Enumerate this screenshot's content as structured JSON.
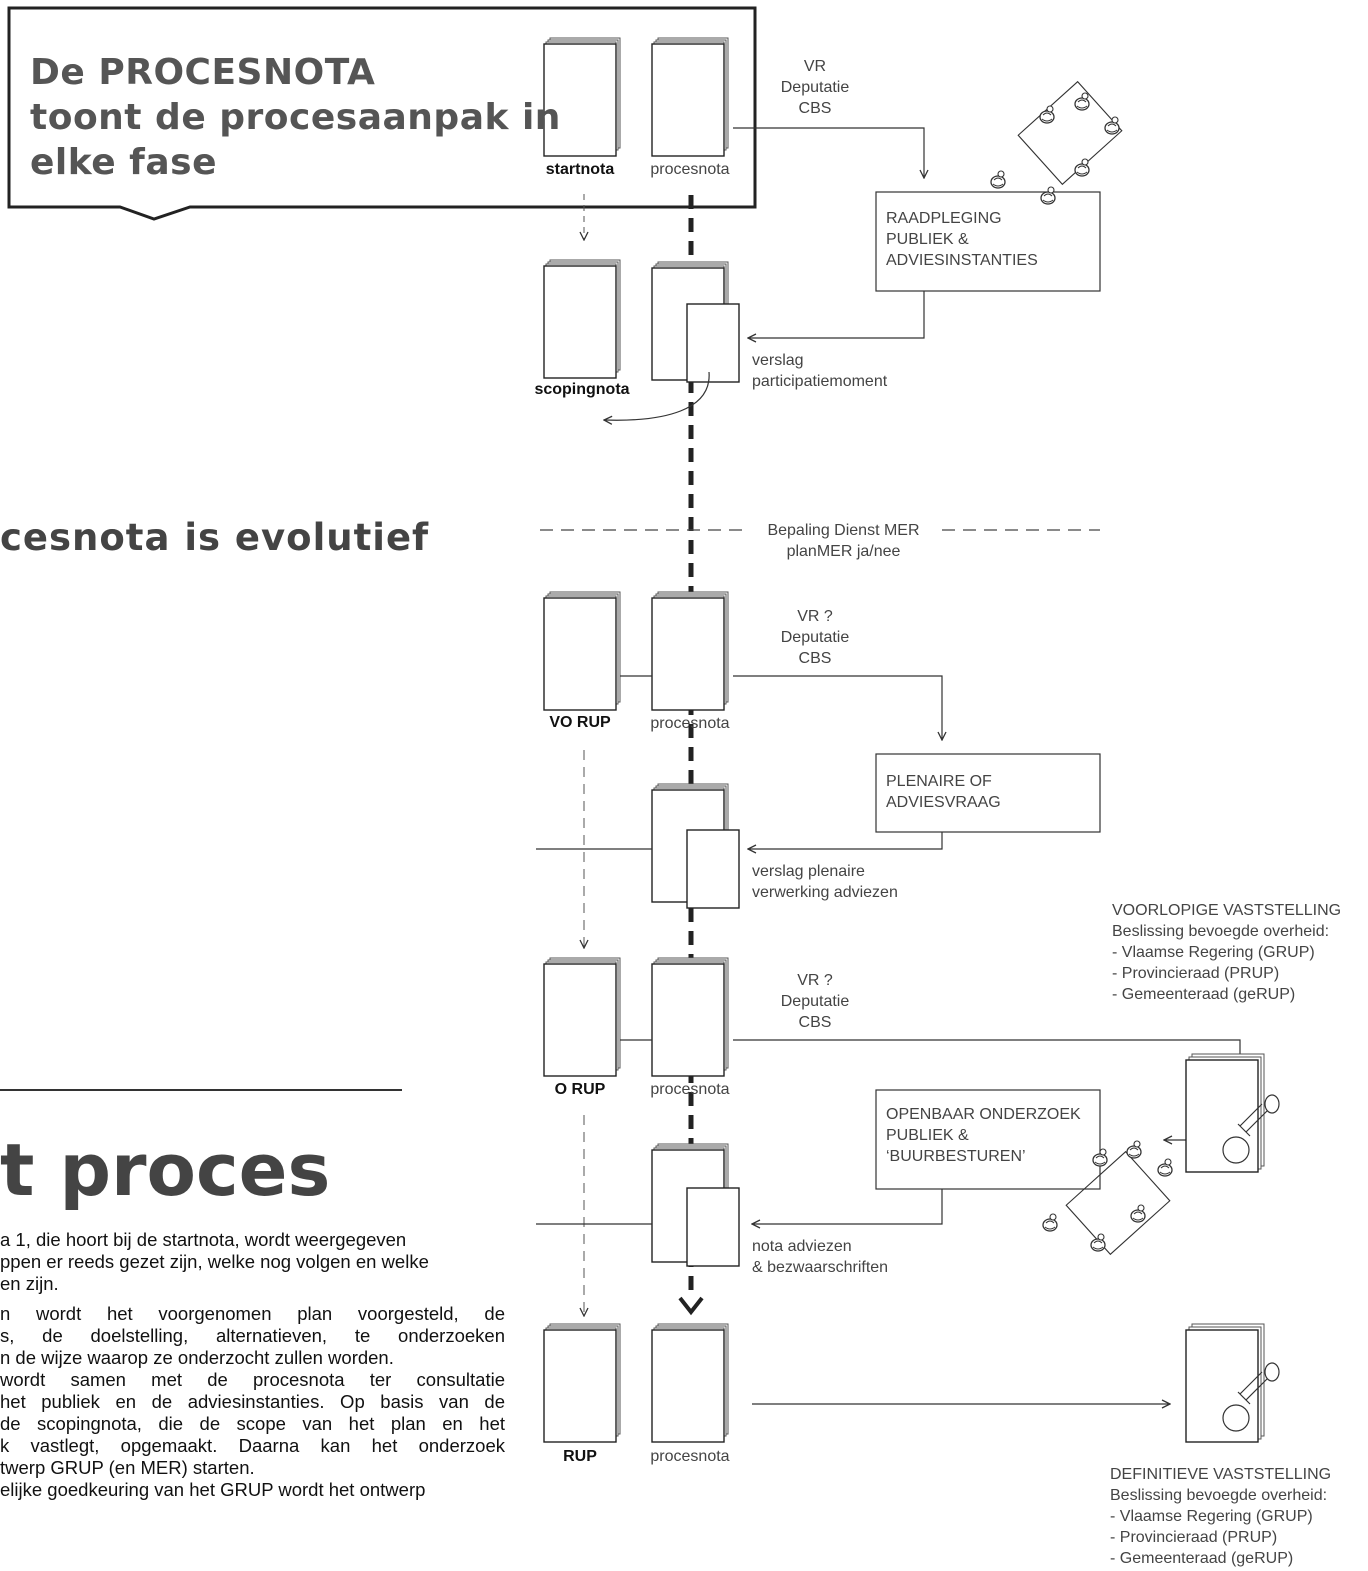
{
  "callout": {
    "lines": [
      "De PROCESNOTA",
      "toont de procesaanpak in",
      "elke fase"
    ]
  },
  "left": {
    "evolutief": "cesnota is evolutief",
    "heading": "t proces",
    "paragraphs": [
      {
        "lines": [
          "a 1, die hoort bij de startnota, wordt weergegeven",
          "ppen er reeds gezet zijn, welke nog volgen en welke",
          "en zijn."
        ]
      },
      {
        "lines": [
          "n wordt het voorgenomen plan voorgesteld, de",
          "s, de doelstelling, alternatieven, te onderzoeken",
          "n de wijze waarop ze onderzocht zullen worden."
        ]
      },
      {
        "lines": [
          "wordt samen met de procesnota ter consultatie",
          "het publiek en de adviesinstanties. Op basis van de",
          "de scopingnota, die de scope van het plan en het",
          "k vastlegt, opgemaakt. Daarna kan het onderzoek",
          "twerp GRUP (en MER) starten."
        ]
      },
      {
        "lines": [
          "elijke goedkeuring van het GRUP wordt het ontwerp"
        ]
      }
    ]
  },
  "docs": {
    "startnota": "startnota",
    "procesnota": "procesnota",
    "scopingnota": "scopingnota",
    "vo_rup": "VO RUP",
    "o_rup": "O RUP",
    "rup": "RUP"
  },
  "actors": {
    "a1": [
      "VR",
      "Deputatie",
      "CBS"
    ],
    "a2": [
      "VR ?",
      "Deputatie",
      "CBS"
    ],
    "a3": [
      "VR ?",
      "Deputatie",
      "CBS"
    ]
  },
  "boxes": {
    "raadpleging": [
      "RAADPLEGING",
      "PUBLIEK &",
      "ADVIESINSTANTIES"
    ],
    "plenaire": [
      "PLENAIRE OF",
      "ADVIESVRAAG"
    ],
    "openbaar": [
      "OPENBAAR ONDERZOEK",
      "PUBLIEK &",
      "‘BUURBESTUREN’"
    ]
  },
  "reports": {
    "r1": [
      "verslag",
      "participatiemoment"
    ],
    "r2": [
      "verslag plenaire",
      "verwerking adviezen"
    ],
    "r3": [
      "nota adviezen",
      "& bezwaarschriften"
    ]
  },
  "mer": {
    "line1": "Bepaling Dienst MER",
    "line2": "planMER ja/nee"
  },
  "voorlopig": [
    "VOORLOPIGE VASTSTELLING",
    "Beslissing bevoegde overheid:",
    "- Vlaamse Regering (GRUP)",
    "- Provincieraad (PRUP)",
    "- Gemeenteraad (geRUP)"
  ],
  "definitief": [
    "DEFINITIEVE VASTSTELLING",
    "Beslissing bevoegde overheid:",
    "- Vlaamse Regering (GRUP)",
    "- Provincieraad (PRUP)",
    "- Gemeenteraad (geRUP)"
  ]
}
